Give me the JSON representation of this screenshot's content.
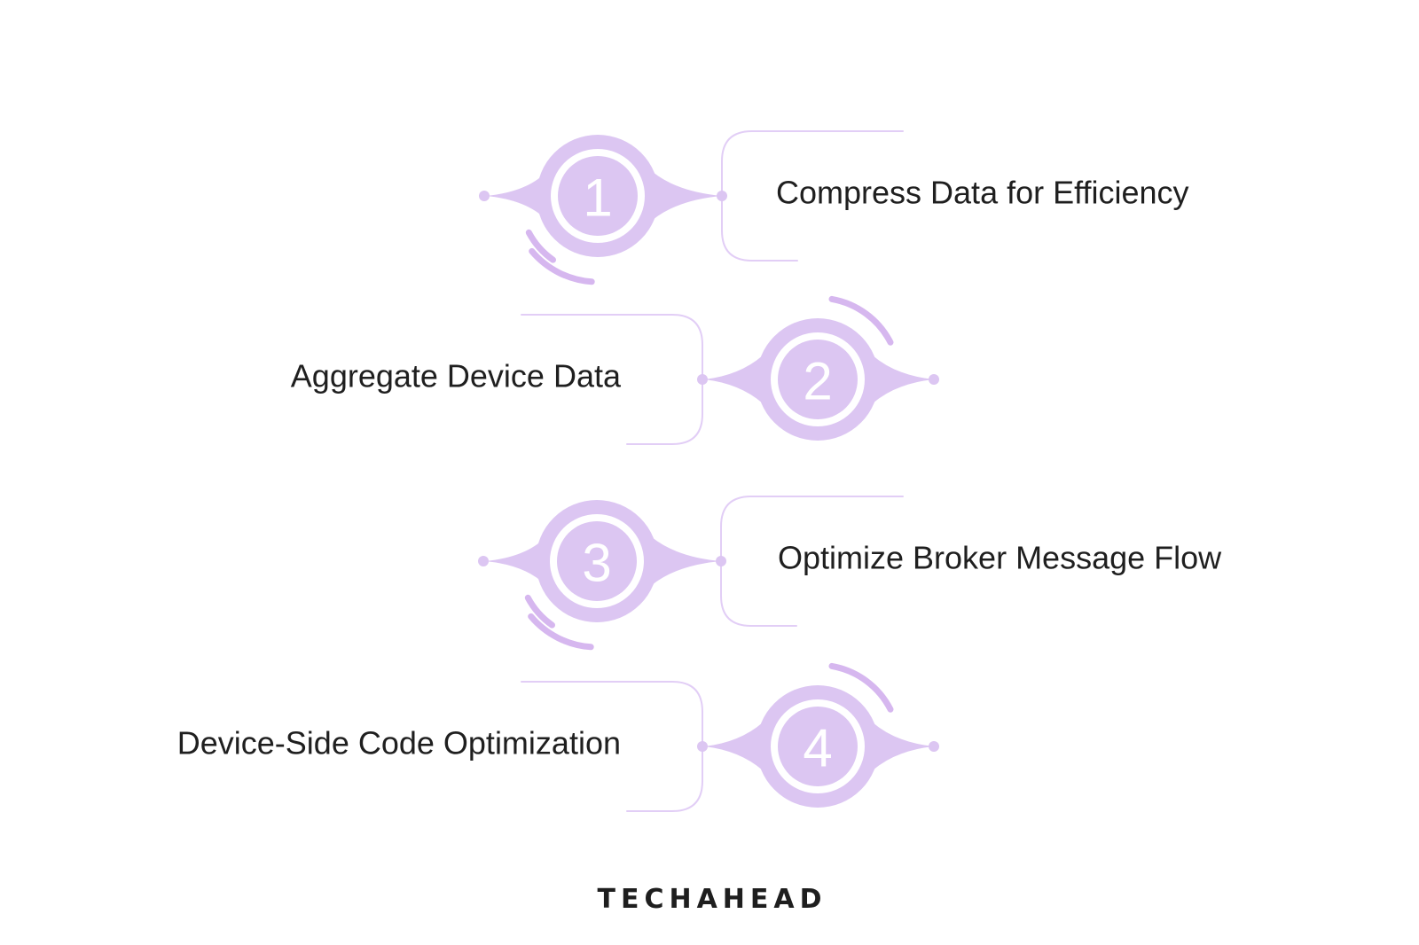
{
  "diagram": {
    "steps": [
      {
        "number": "1",
        "label": "Compress Data for Efficiency",
        "text_side": "right"
      },
      {
        "number": "2",
        "label": "Aggregate Device Data",
        "text_side": "left"
      },
      {
        "number": "3",
        "label": "Optimize Broker Message Flow",
        "text_side": "right"
      },
      {
        "number": "4",
        "label": "Device-Side Code Optimization",
        "text_side": "left"
      }
    ],
    "footer_logo": "TECHAHEAD",
    "colors": {
      "purple_fill": "#DCC6F2",
      "purple_arc": "#D6B7EF",
      "bracket_line": "#E2CEF6",
      "text": "#1F1F1F",
      "number": "#FFFFFF",
      "logo": "#1E1E1E",
      "background": "#FFFFFF"
    }
  }
}
